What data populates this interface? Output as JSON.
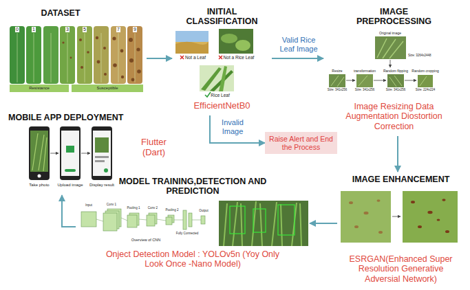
{
  "diagram": {
    "nodes": [
      {
        "text": [
          "DATASET"
        ]
      },
      {
        "text": [
          "INITIAL CLASSIFICATION",
          "EfficientNetB0"
        ]
      },
      {
        "text": [
          "IMAGE PREPROCESSING",
          "Image Resizing Data Augmentation Diostortion Correction"
        ]
      },
      {
        "text": [
          "Raise Alert and End the Process"
        ]
      },
      {
        "text": [
          "IMAGE ENHANCEMENT",
          "ESRGAN(Enhanced Super Resolution Generative Adversial Network)"
        ]
      },
      {
        "text": [
          "MODEL TRAINING,DETECTION AND PREDICTION",
          "Onject Detection Model : YOLOv5n (Yoy Only Look Once -Nano Model)"
        ]
      },
      {
        "text": [
          "MOBILE APP DEPLOYMENT",
          "Flutter (Dart)"
        ]
      }
    ],
    "edges": [
      {
        "from": 0,
        "to": 1,
        "arrow": "to"
      },
      {
        "from": 1,
        "to": 2,
        "label": "Valid Rice Leaf Image",
        "arrow": "to"
      },
      {
        "from": 1,
        "to": 3,
        "label": "Invalid Image",
        "arrow": "to"
      },
      {
        "from": 2,
        "to": 4,
        "arrow": "to"
      },
      {
        "from": 4,
        "to": 5,
        "arrow": "to"
      },
      {
        "from": 5,
        "to": 6,
        "arrow": "to"
      }
    ],
    "labels": [
      "0",
      "1",
      "3",
      "5",
      "7",
      "9",
      "Resistance",
      "Susceptible",
      "Not a Leaf",
      "Not a Rice Leaf",
      "Rice Leaf",
      "Original image",
      "Size: 3264x2448",
      "Resize",
      "transformation",
      "Random flipping",
      "Random cropping",
      "Size: 341x256",
      "Size: 341x256",
      "Size: 341x256",
      "Size: 224x224",
      "Take photo",
      "Upload image",
      "Display result",
      "Input",
      "Conv 1",
      "Pooling 1",
      "Conv 2",
      "Pooling 2",
      "Fully Connected",
      "Output",
      "Overview of CNN"
    ]
  }
}
